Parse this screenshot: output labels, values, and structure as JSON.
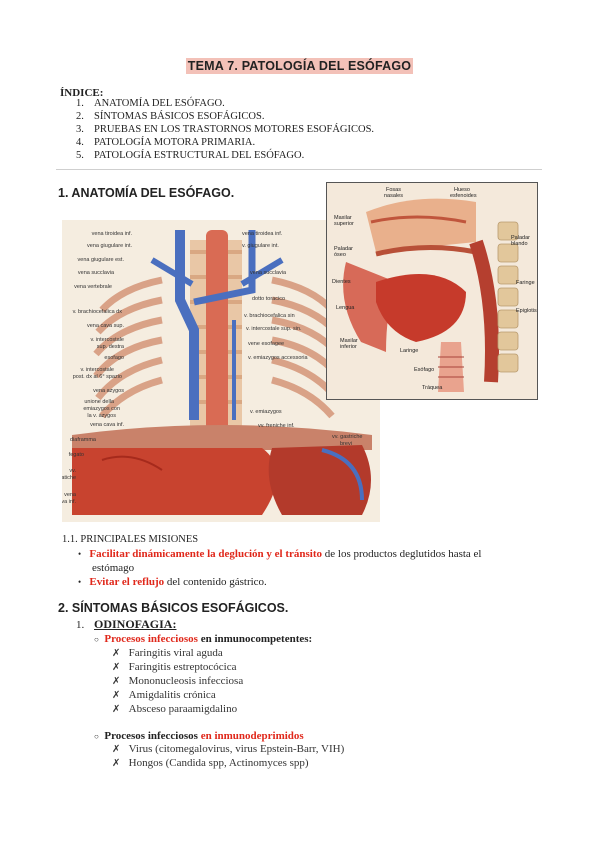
{
  "title": "TEMA 7. PATOLOGÍA DEL ESÓFAGO",
  "index": {
    "label": "ÍNDICE:",
    "items": [
      {
        "num": "1.",
        "text": "ANATOMÍA DEL ESÓFAGO."
      },
      {
        "num": "2.",
        "text": "SÍNTOMAS BÁSICOS ESOFÁGICOS."
      },
      {
        "num": "3.",
        "text": "PRUEBAS EN LOS TRASTORNOS MOTORES ESOFÁGICOS."
      },
      {
        "num": "4.",
        "text": "PATOLOGÍA MOTORA PRIMARIA."
      },
      {
        "num": "5.",
        "text": "PATOLOGÍA ESTRUCTURAL DEL ESÓFAGO."
      }
    ]
  },
  "section1": {
    "heading": "1. ANATOMÍA DEL ESÓFAGO.",
    "figure1_labels": [
      "vena tiroidea inf.",
      "vena giugulare int.",
      "vena giugulare est.",
      "vena succlavia",
      "vena vertebrale",
      "v. brachiocefalica dx",
      "vena cava sup.",
      "v. intercostale sup. destra",
      "esofago",
      "v. intercostale post. dx al 6° spazio",
      "vena azygos",
      "unione della emiazygos con la v. azygos",
      "vena cava inf.",
      "diaframma",
      "fegato",
      "vv. epatiche",
      "vena cava inf.",
      "vena tiroidea inf.",
      "v. giugulare int.",
      "vena succlavia",
      "dotto toracico",
      "v. brachiocefalica sin",
      "v. intercostale sup. sin.",
      "vene esofagee",
      "v. emiazygos accessoria",
      "v. emiazygos",
      "vv. freniche inf.",
      "vv. gastriche brevi"
    ],
    "figure2_labels": [
      "Fosas nasales",
      "Hueso esfenoides",
      "Maxilar superior",
      "Paladar óseo",
      "Paladar blando",
      "Dientes",
      "Faringe",
      "Lengua",
      "Epiglotis",
      "Maxilar inferior",
      "Laringe",
      "Esófago",
      "Tráquea"
    ],
    "subheading": "1.1. PRINCIPALES MISIONES",
    "missions": [
      {
        "red": "Facilitar dinámicamente la deglución y el tránsito",
        "rest": " de los productos deglutidos hasta el",
        "cont": "estómago"
      },
      {
        "red": "Evitar el reflujo",
        "rest": " del contenido gástrico.",
        "cont": ""
      }
    ]
  },
  "section2": {
    "heading": "2. SÍNTOMAS BÁSICOS ESOFÁGICOS.",
    "item1": {
      "num": "1.",
      "label": "ODINOFAGIA:"
    },
    "group1": {
      "red": "Procesos infecciosos",
      "rest": " en inmunocompetentes:",
      "items": [
        "Faringitis viral aguda",
        "Faringitis estreptocócica",
        "Mononucleosis infecciosa",
        "Amigdalitis crónica",
        "Absceso paraamigdalino"
      ]
    },
    "group2": {
      "bold": "Procesos infecciosos",
      "red": " en inmunodeprimidos",
      "items": [
        "Virus (citomegalovirus, virus Epstein-Barr, VIH)",
        "Hongos (Candida spp, Actinomyces spp)"
      ]
    }
  }
}
